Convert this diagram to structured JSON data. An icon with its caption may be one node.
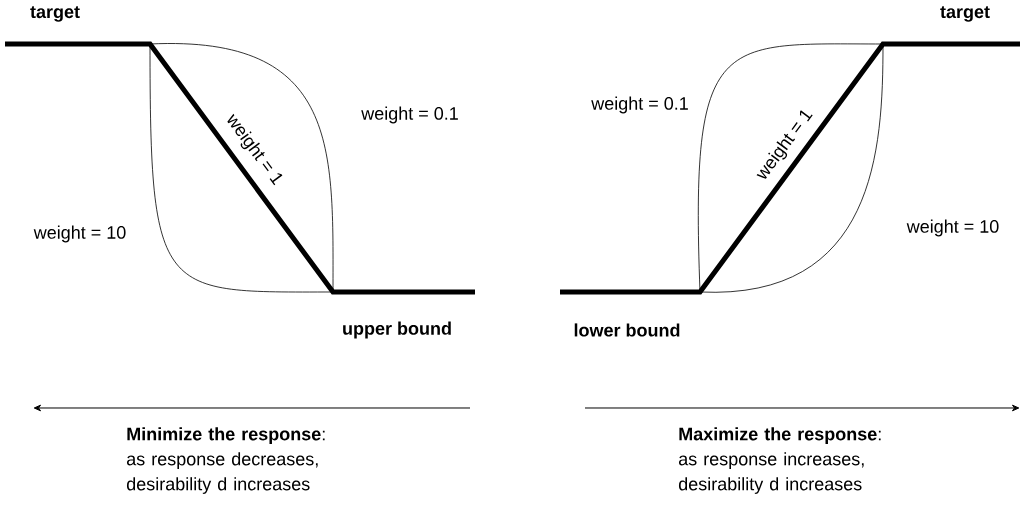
{
  "diagram": {
    "labels": [
      "target",
      "target",
      "weight = 0.1",
      "weight = 1",
      "weight = 0.1",
      "weight = 1",
      "weight = 10",
      "weight = 10",
      "upper bound",
      "lower bound",
      "**Minimize the response**: as response decreases, desirability d increases",
      "**Maximize the response**: as response increases, desirability d increases"
    ]
  }
}
